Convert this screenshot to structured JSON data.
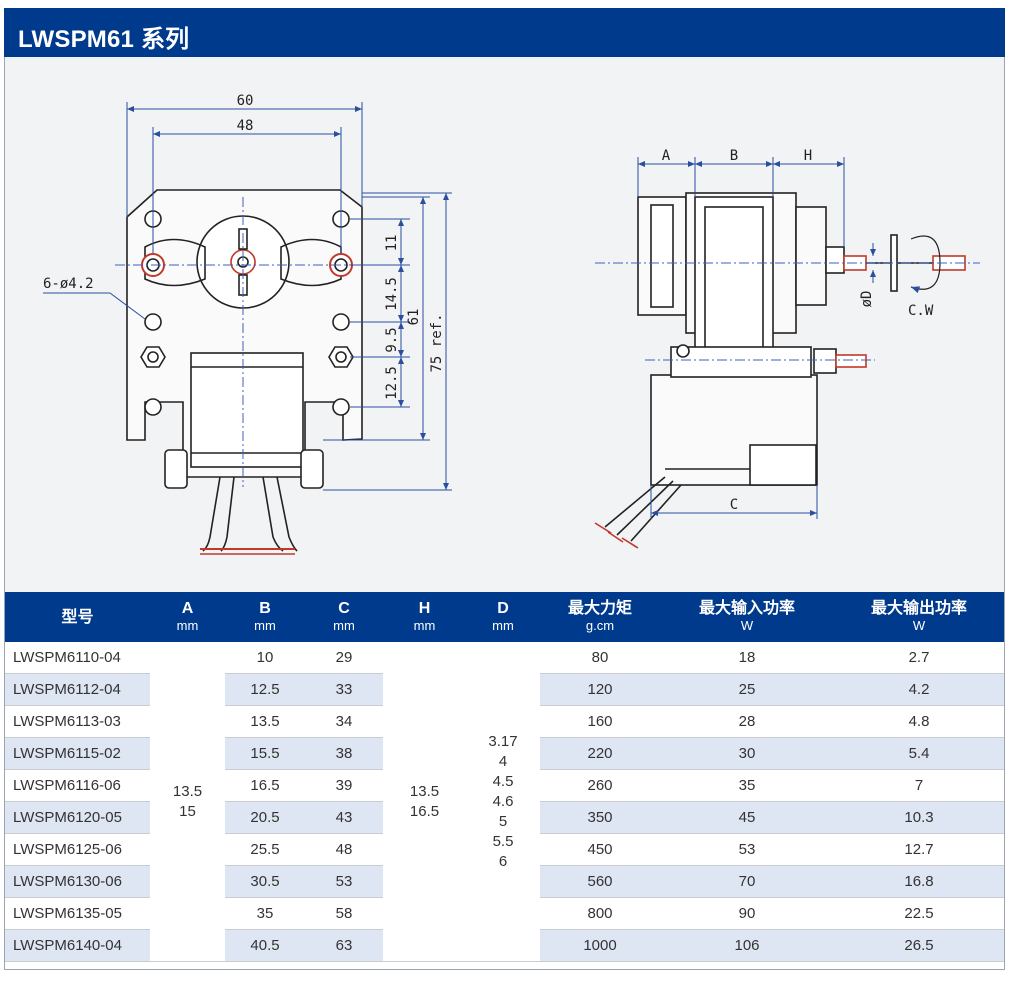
{
  "title": "LWSPM61 系列",
  "drawing": {
    "front_labels": {
      "w60": "60",
      "w48": "48",
      "hole": "6-ø4.2",
      "h11": "11",
      "h14_5": "14.5",
      "h9_5": "9.5",
      "h12_5": "12.5",
      "h61": "61",
      "h75": "75 ref."
    },
    "side_labels": {
      "a": "A",
      "b": "B",
      "h": "H",
      "c": "C",
      "d": "øD",
      "cw": "C.W"
    }
  },
  "table": {
    "headers": [
      {
        "label": "型号",
        "unit": ""
      },
      {
        "label": "A",
        "unit": "mm"
      },
      {
        "label": "B",
        "unit": "mm"
      },
      {
        "label": "C",
        "unit": "mm"
      },
      {
        "label": "H",
        "unit": "mm"
      },
      {
        "label": "D",
        "unit": "mm"
      },
      {
        "label": "最大力矩",
        "unit": "g.cm"
      },
      {
        "label": "最大输入功率",
        "unit": "W"
      },
      {
        "label": "最大输出功率",
        "unit": "W"
      }
    ],
    "merged": {
      "a": "13.5\n15",
      "h": "13.5\n16.5",
      "d": "3.17\n4\n4.5\n4.6\n5\n5.5\n6"
    },
    "rows": [
      {
        "model": "LWSPM6110-04",
        "b": "10",
        "c": "29",
        "torque": "80",
        "pin": "18",
        "pout": "2.7"
      },
      {
        "model": "LWSPM6112-04",
        "b": "12.5",
        "c": "33",
        "torque": "120",
        "pin": "25",
        "pout": "4.2"
      },
      {
        "model": "LWSPM6113-03",
        "b": "13.5",
        "c": "34",
        "torque": "160",
        "pin": "28",
        "pout": "4.8"
      },
      {
        "model": "LWSPM6115-02",
        "b": "15.5",
        "c": "38",
        "torque": "220",
        "pin": "30",
        "pout": "5.4"
      },
      {
        "model": "LWSPM6116-06",
        "b": "16.5",
        "c": "39",
        "torque": "260",
        "pin": "35",
        "pout": "7"
      },
      {
        "model": "LWSPM6120-05",
        "b": "20.5",
        "c": "43",
        "torque": "350",
        "pin": "45",
        "pout": "10.3"
      },
      {
        "model": "LWSPM6125-06",
        "b": "25.5",
        "c": "48",
        "torque": "450",
        "pin": "53",
        "pout": "12.7"
      },
      {
        "model": "LWSPM6130-06",
        "b": "30.5",
        "c": "53",
        "torque": "560",
        "pin": "70",
        "pout": "16.8"
      },
      {
        "model": "LWSPM6135-05",
        "b": "35",
        "c": "58",
        "torque": "800",
        "pin": "90",
        "pout": "22.5"
      },
      {
        "model": "LWSPM6140-04",
        "b": "40.5",
        "c": "63",
        "torque": "1000",
        "pin": "106",
        "pout": "26.5"
      }
    ]
  }
}
